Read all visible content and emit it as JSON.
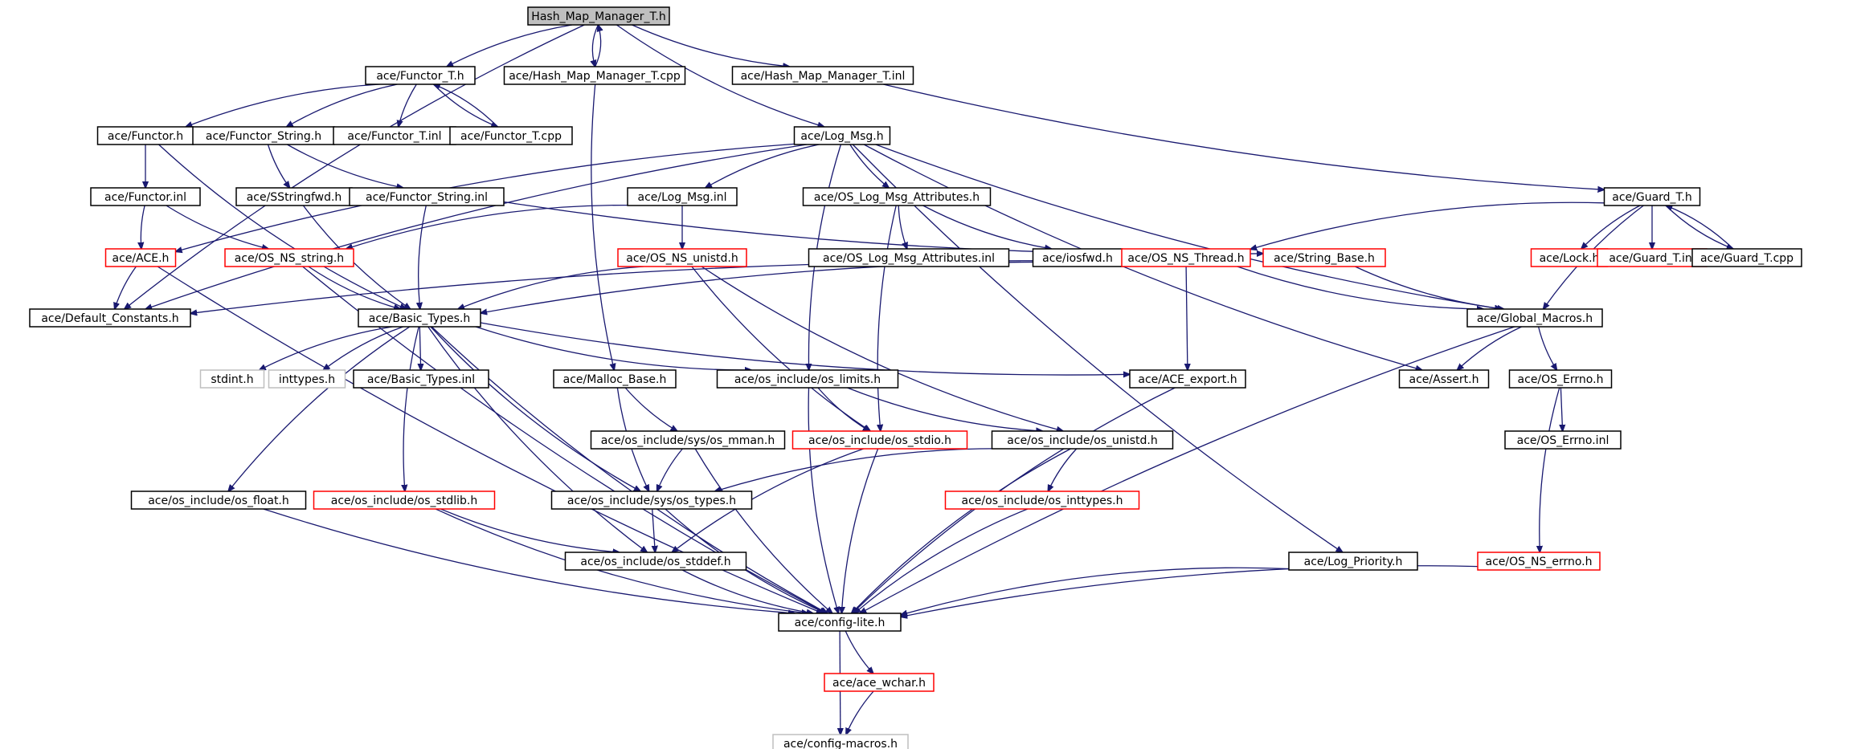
{
  "colors": {
    "edge": "#191970",
    "border_normal": "#000000",
    "border_truncated": "#ff0000",
    "border_external": "#bfbfbf",
    "root_fill": "#bfbfbf",
    "node_fill": "#ffffff"
  },
  "nodes": {
    "root": {
      "label": "Hash_Map_Manager_T.h",
      "kind": "root"
    },
    "functor_t_h": {
      "label": "ace/Functor_T.h",
      "kind": "normal"
    },
    "hmm_cpp": {
      "label": "ace/Hash_Map_Manager_T.cpp",
      "kind": "normal"
    },
    "hmm_inl": {
      "label": "ace/Hash_Map_Manager_T.inl",
      "kind": "normal"
    },
    "functor_h": {
      "label": "ace/Functor.h",
      "kind": "normal"
    },
    "functor_string_h": {
      "label": "ace/Functor_String.h",
      "kind": "normal"
    },
    "functor_t_inl": {
      "label": "ace/Functor_T.inl",
      "kind": "normal"
    },
    "functor_t_cpp": {
      "label": "ace/Functor_T.cpp",
      "kind": "normal"
    },
    "log_msg_h": {
      "label": "ace/Log_Msg.h",
      "kind": "normal"
    },
    "functor_inl": {
      "label": "ace/Functor.inl",
      "kind": "normal"
    },
    "sstringfwd_h": {
      "label": "ace/SStringfwd.h",
      "kind": "normal"
    },
    "functor_string_inl": {
      "label": "ace/Functor_String.inl",
      "kind": "normal"
    },
    "log_msg_inl": {
      "label": "ace/Log_Msg.inl",
      "kind": "normal"
    },
    "os_log_msg_attr_h": {
      "label": "ace/OS_Log_Msg_Attributes.h",
      "kind": "normal"
    },
    "guard_t_h": {
      "label": "ace/Guard_T.h",
      "kind": "normal"
    },
    "ace_h": {
      "label": "ace/ACE.h",
      "kind": "truncated"
    },
    "os_ns_string_h": {
      "label": "ace/OS_NS_string.h",
      "kind": "truncated"
    },
    "os_ns_unistd_h": {
      "label": "ace/OS_NS_unistd.h",
      "kind": "truncated"
    },
    "os_log_msg_attr_inl": {
      "label": "ace/OS_Log_Msg_Attributes.inl",
      "kind": "normal"
    },
    "iosfwd_h": {
      "label": "ace/iosfwd.h",
      "kind": "normal"
    },
    "os_ns_thread_h": {
      "label": "ace/OS_NS_Thread.h",
      "kind": "truncated"
    },
    "string_base_h": {
      "label": "ace/String_Base.h",
      "kind": "truncated"
    },
    "lock_h": {
      "label": "ace/Lock.h",
      "kind": "truncated"
    },
    "guard_t_inl": {
      "label": "ace/Guard_T.inl",
      "kind": "truncated"
    },
    "guard_t_cpp": {
      "label": "ace/Guard_T.cpp",
      "kind": "normal"
    },
    "default_constants_h": {
      "label": "ace/Default_Constants.h",
      "kind": "normal"
    },
    "basic_types_h": {
      "label": "ace/Basic_Types.h",
      "kind": "normal"
    },
    "global_macros_h": {
      "label": "ace/Global_Macros.h",
      "kind": "normal"
    },
    "stdint_h": {
      "label": "stdint.h",
      "kind": "external"
    },
    "inttypes_h": {
      "label": "inttypes.h",
      "kind": "external"
    },
    "basic_types_inl": {
      "label": "ace/Basic_Types.inl",
      "kind": "normal"
    },
    "malloc_base_h": {
      "label": "ace/Malloc_Base.h",
      "kind": "normal"
    },
    "os_limits_h": {
      "label": "ace/os_include/os_limits.h",
      "kind": "normal"
    },
    "ace_export_h": {
      "label": "ace/ACE_export.h",
      "kind": "normal"
    },
    "assert_h": {
      "label": "ace/Assert.h",
      "kind": "normal"
    },
    "os_errno_h": {
      "label": "ace/OS_Errno.h",
      "kind": "normal"
    },
    "os_mman_h": {
      "label": "ace/os_include/sys/os_mman.h",
      "kind": "normal"
    },
    "os_stdio_h": {
      "label": "ace/os_include/os_stdio.h",
      "kind": "truncated"
    },
    "os_unistd_h": {
      "label": "ace/os_include/os_unistd.h",
      "kind": "normal"
    },
    "os_errno_inl": {
      "label": "ace/OS_Errno.inl",
      "kind": "normal"
    },
    "os_float_h": {
      "label": "ace/os_include/os_float.h",
      "kind": "normal"
    },
    "os_stdlib_h": {
      "label": "ace/os_include/os_stdlib.h",
      "kind": "truncated"
    },
    "os_types_h": {
      "label": "ace/os_include/sys/os_types.h",
      "kind": "normal"
    },
    "os_inttypes_h": {
      "label": "ace/os_include/os_inttypes.h",
      "kind": "truncated"
    },
    "os_stddef_h": {
      "label": "ace/os_include/os_stddef.h",
      "kind": "normal"
    },
    "log_priority_h": {
      "label": "ace/Log_Priority.h",
      "kind": "normal"
    },
    "os_ns_errno_h": {
      "label": "ace/OS_NS_errno.h",
      "kind": "truncated"
    },
    "config_lite_h": {
      "label": "ace/config-lite.h",
      "kind": "normal"
    },
    "ace_wchar_h": {
      "label": "ace/ace_wchar.h",
      "kind": "truncated"
    },
    "config_macros_h": {
      "label": "ace/config-macros.h",
      "kind": "external"
    }
  },
  "edges": [
    [
      "root",
      "functor_t_h"
    ],
    [
      "root",
      "hmm_cpp"
    ],
    [
      "root",
      "hmm_inl"
    ],
    [
      "root",
      "log_msg_h"
    ],
    [
      "root",
      "default_constants_h"
    ],
    [
      "hmm_cpp",
      "root"
    ],
    [
      "hmm_cpp",
      "malloc_base_h"
    ],
    [
      "hmm_inl",
      "guard_t_h"
    ],
    [
      "functor_t_h",
      "functor_h"
    ],
    [
      "functor_t_h",
      "functor_string_h"
    ],
    [
      "functor_t_h",
      "functor_t_inl"
    ],
    [
      "functor_t_h",
      "functor_t_cpp"
    ],
    [
      "functor_t_cpp",
      "functor_t_h"
    ],
    [
      "functor_h",
      "functor_inl"
    ],
    [
      "functor_h",
      "basic_types_h"
    ],
    [
      "functor_string_h",
      "sstringfwd_h"
    ],
    [
      "functor_string_h",
      "functor_string_inl"
    ],
    [
      "functor_inl",
      "ace_h"
    ],
    [
      "functor_inl",
      "os_ns_string_h"
    ],
    [
      "sstringfwd_h",
      "basic_types_h"
    ],
    [
      "functor_string_inl",
      "basic_types_h"
    ],
    [
      "functor_string_inl",
      "string_base_h"
    ],
    [
      "log_msg_h",
      "log_msg_inl"
    ],
    [
      "log_msg_h",
      "os_log_msg_attr_h"
    ],
    [
      "log_msg_h",
      "ace_h"
    ],
    [
      "log_msg_h",
      "os_limits_h"
    ],
    [
      "log_msg_h",
      "global_macros_h"
    ],
    [
      "log_msg_h",
      "assert_h"
    ],
    [
      "log_msg_h",
      "log_priority_h"
    ],
    [
      "log_msg_h",
      "default_constants_h"
    ],
    [
      "log_msg_inl",
      "os_ns_unistd_h"
    ],
    [
      "log_msg_inl",
      "os_ns_string_h"
    ],
    [
      "os_log_msg_attr_h",
      "os_log_msg_attr_inl"
    ],
    [
      "os_log_msg_attr_h",
      "iosfwd_h"
    ],
    [
      "os_log_msg_attr_h",
      "os_stdio_h"
    ],
    [
      "guard_t_h",
      "lock_h"
    ],
    [
      "guard_t_h",
      "guard_t_inl"
    ],
    [
      "guard_t_h",
      "guard_t_cpp"
    ],
    [
      "guard_t_h",
      "os_ns_thread_h"
    ],
    [
      "guard_t_h",
      "global_macros_h"
    ],
    [
      "guard_t_cpp",
      "guard_t_h"
    ],
    [
      "ace_h",
      "default_constants_h"
    ],
    [
      "ace_h",
      "config_lite_h"
    ],
    [
      "os_ns_string_h",
      "basic_types_h"
    ],
    [
      "os_ns_string_h",
      "config_lite_h"
    ],
    [
      "os_ns_unistd_h",
      "basic_types_h"
    ],
    [
      "os_ns_unistd_h",
      "os_stdio_h"
    ],
    [
      "os_ns_unistd_h",
      "os_unistd_h"
    ],
    [
      "os_ns_thread_h",
      "basic_types_h"
    ],
    [
      "os_ns_thread_h",
      "default_constants_h"
    ],
    [
      "os_ns_thread_h",
      "global_macros_h"
    ],
    [
      "os_ns_thread_h",
      "ace_export_h"
    ],
    [
      "string_base_h",
      "global_macros_h"
    ],
    [
      "basic_types_h",
      "stdint_h"
    ],
    [
      "basic_types_h",
      "inttypes_h"
    ],
    [
      "basic_types_h",
      "basic_types_inl"
    ],
    [
      "basic_types_h",
      "os_limits_h"
    ],
    [
      "basic_types_h",
      "ace_export_h"
    ],
    [
      "basic_types_h",
      "os_float_h"
    ],
    [
      "basic_types_h",
      "os_stdlib_h"
    ],
    [
      "basic_types_h",
      "os_types_h"
    ],
    [
      "basic_types_h",
      "os_stddef_h"
    ],
    [
      "basic_types_h",
      "config_lite_h"
    ],
    [
      "global_macros_h",
      "assert_h"
    ],
    [
      "global_macros_h",
      "os_errno_h"
    ],
    [
      "global_macros_h",
      "config_lite_h"
    ],
    [
      "malloc_base_h",
      "os_mman_h"
    ],
    [
      "malloc_base_h",
      "os_types_h"
    ],
    [
      "os_limits_h",
      "os_stdio_h"
    ],
    [
      "os_limits_h",
      "os_unistd_h"
    ],
    [
      "os_limits_h",
      "config_lite_h"
    ],
    [
      "ace_export_h",
      "config_lite_h"
    ],
    [
      "os_errno_h",
      "os_errno_inl"
    ],
    [
      "os_errno_h",
      "os_ns_errno_h"
    ],
    [
      "os_mman_h",
      "os_types_h"
    ],
    [
      "os_mman_h",
      "config_lite_h"
    ],
    [
      "os_stdio_h",
      "os_stddef_h"
    ],
    [
      "os_stdio_h",
      "config_lite_h"
    ],
    [
      "os_unistd_h",
      "os_types_h"
    ],
    [
      "os_unistd_h",
      "os_inttypes_h"
    ],
    [
      "os_unistd_h",
      "config_lite_h"
    ],
    [
      "os_float_h",
      "config_lite_h"
    ],
    [
      "os_stdlib_h",
      "os_stddef_h"
    ],
    [
      "os_stdlib_h",
      "config_lite_h"
    ],
    [
      "os_types_h",
      "os_stddef_h"
    ],
    [
      "os_types_h",
      "config_lite_h"
    ],
    [
      "os_inttypes_h",
      "config_lite_h"
    ],
    [
      "os_stddef_h",
      "config_lite_h"
    ],
    [
      "log_priority_h",
      "config_lite_h"
    ],
    [
      "os_ns_errno_h",
      "config_lite_h"
    ],
    [
      "config_lite_h",
      "ace_wchar_h"
    ],
    [
      "config_lite_h",
      "config_macros_h"
    ],
    [
      "ace_wchar_h",
      "config_macros_h"
    ]
  ]
}
